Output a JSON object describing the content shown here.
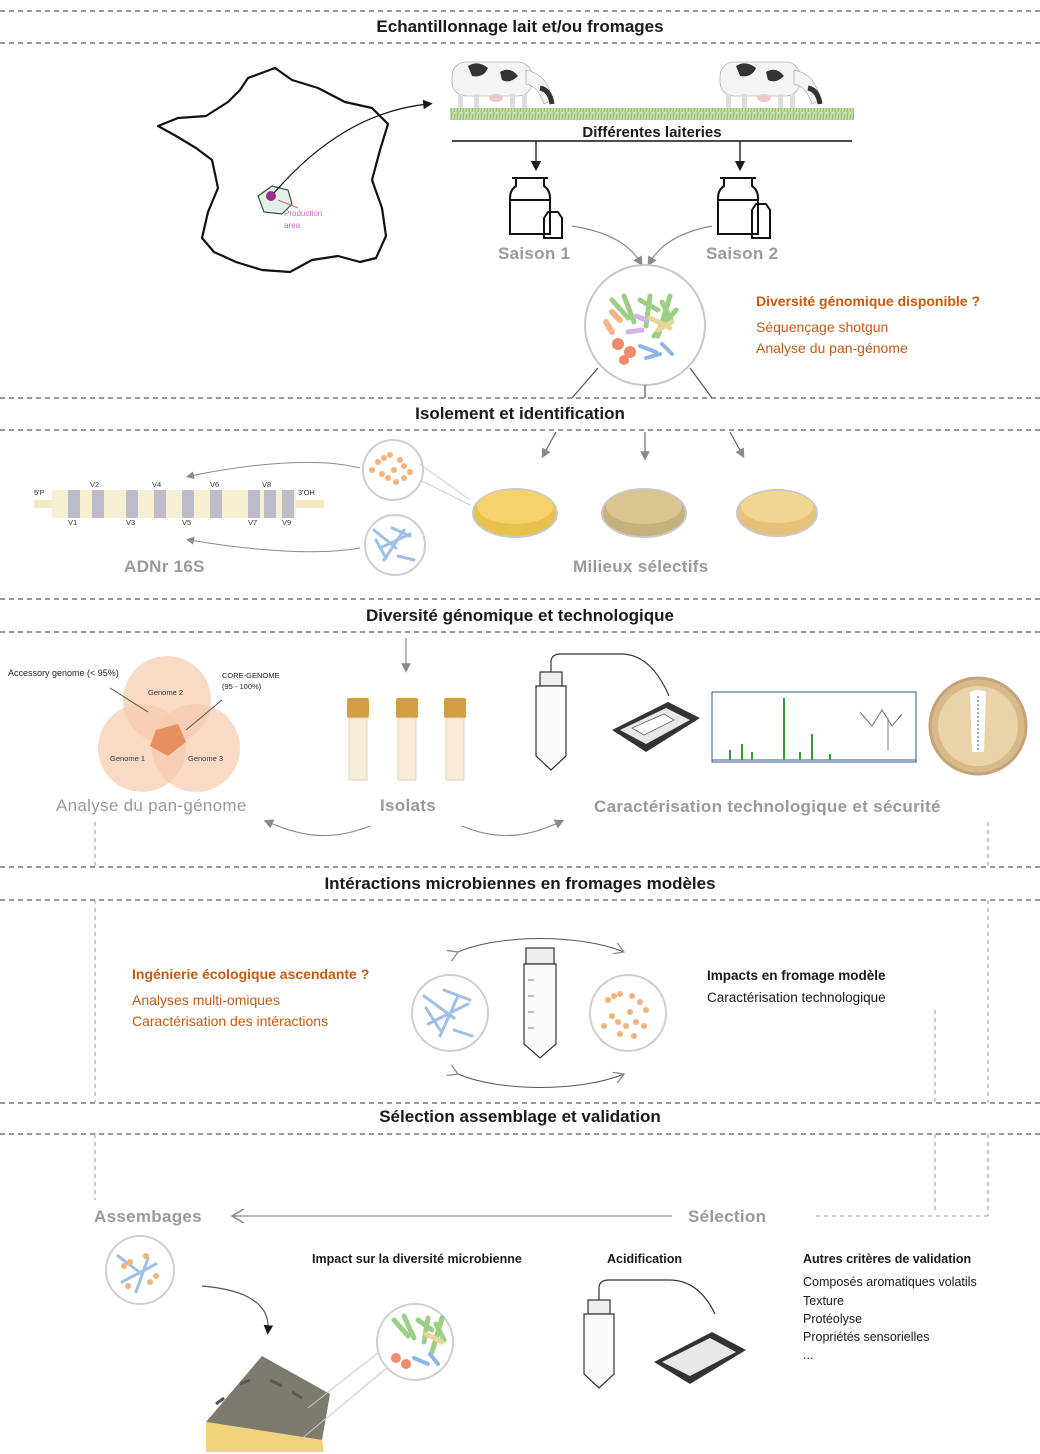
{
  "sections": [
    {
      "title": "Echantillonnage lait et/ou fromages"
    },
    {
      "title": "Isolement et identification"
    },
    {
      "title": "Diversité génomique et technologique"
    },
    {
      "title": "Intéractions microbiennes en fromages modèles"
    },
    {
      "title": "Sélection assemblage et validation"
    }
  ],
  "sampling": {
    "dairies_label": "Différentes laiteries",
    "season1": "Saison 1",
    "season2": "Saison 2",
    "production_area": "Production area",
    "question": "Diversité génomique disponible ?",
    "method1": "Séquençage shotgun",
    "method2": "Analyse du pan-génome"
  },
  "isolation": {
    "rdna_label": "ADNr 16S",
    "media_label": "Milieux sélectifs",
    "end5": "5'P",
    "end3": "3'OH",
    "regions_top": [
      "V2",
      "V4",
      "V6",
      "V8"
    ],
    "regions_bottom": [
      "V1",
      "V3",
      "V5",
      "V7",
      "V9"
    ]
  },
  "diversity": {
    "accessory": "Accessory genome (< 95%)",
    "core": "CORE-GENOME (95 - 100%)",
    "genome1": "Genome 1",
    "genome2": "Genome 2",
    "genome3": "Genome 3",
    "pan_label": "Analyse du pan-génome",
    "isolates_label": "Isolats",
    "tech_label": "Caractérisation technologique et sécurité"
  },
  "interactions": {
    "question": "Ingénierie écologique ascendante ?",
    "item1": "Analyses multi-omiques",
    "item2": "Caractérisation des intéractions",
    "impact_title": "Impacts en fromage modèle",
    "impact_item": "Caractérisation technologique"
  },
  "selection": {
    "assemblages": "Assembages",
    "selection": "Sélection",
    "impact_diversity": "Impact sur la diversité microbienne",
    "acidification": "Acidification",
    "criteria_title": "Autres critères de validation",
    "criteria": [
      "Composés aromatiques volatils",
      "Texture",
      "Protéolyse",
      "Propriétés sensorielles",
      "..."
    ]
  },
  "colors": {
    "orange": "#c55a11",
    "gray_text": "#9a9a9a",
    "dash": "#333333"
  }
}
